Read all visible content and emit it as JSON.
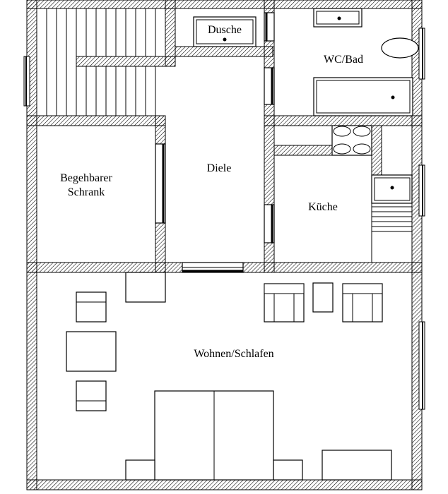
{
  "rooms": {
    "dusche": "Dusche",
    "wc_bad": "WC/Bad",
    "schrank_line1": "Begehbarer",
    "schrank_line2": "Schrank",
    "diele": "Diele",
    "kueche": "Küche",
    "wohnen": "Wohnen/Schlafen"
  },
  "colors": {
    "wall_outline": "#000000",
    "wall_hatch": "#000000",
    "background": "#ffffff"
  }
}
